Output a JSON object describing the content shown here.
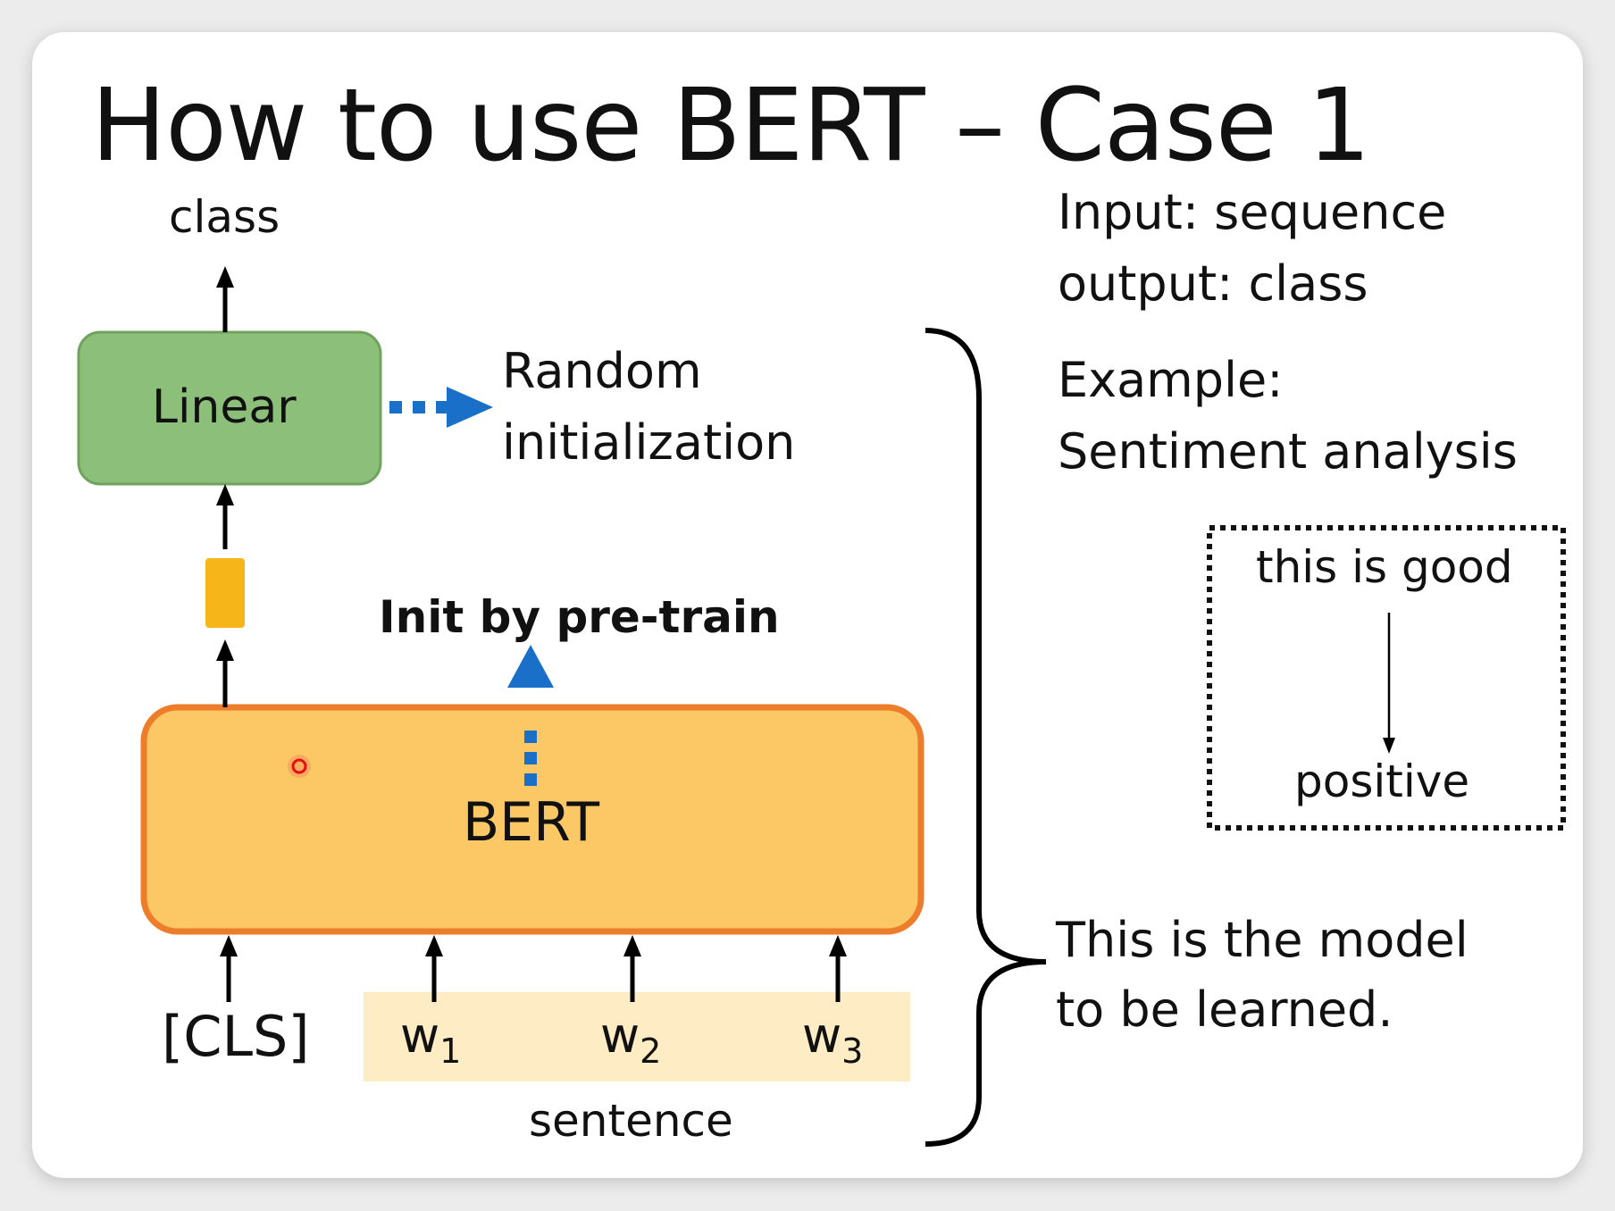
{
  "title": "How to use BERT – Case 1",
  "diagram": {
    "class_label": "class",
    "linear_label": "Linear",
    "random_init_line1": "Random",
    "random_init_line2": "initialization",
    "init_pretrain_label": "Init by pre-train",
    "bert_label": "BERT",
    "cls_token": "[CLS]",
    "tokens": [
      {
        "base": "w",
        "sub": "1"
      },
      {
        "base": "w",
        "sub": "2"
      },
      {
        "base": "w",
        "sub": "3"
      }
    ],
    "sentence_label": "sentence",
    "model_note_line1": "This is the model",
    "model_note_line2": "to be learned."
  },
  "task": {
    "input_line": "Input:  sequence",
    "output_line": "output: class",
    "example_label": "Example:",
    "example_task": "Sentiment analysis",
    "example_input": "this is good",
    "example_output": "positive"
  },
  "colors": {
    "linear_fill": "#8cc07a",
    "linear_border": "#6fa35d",
    "bert_fill": "#fbc865",
    "bert_border": "#ee7d2b",
    "token_strip": "#fdecc4",
    "vector": "#f6b619",
    "blue_arrow": "#1a6fc8"
  }
}
